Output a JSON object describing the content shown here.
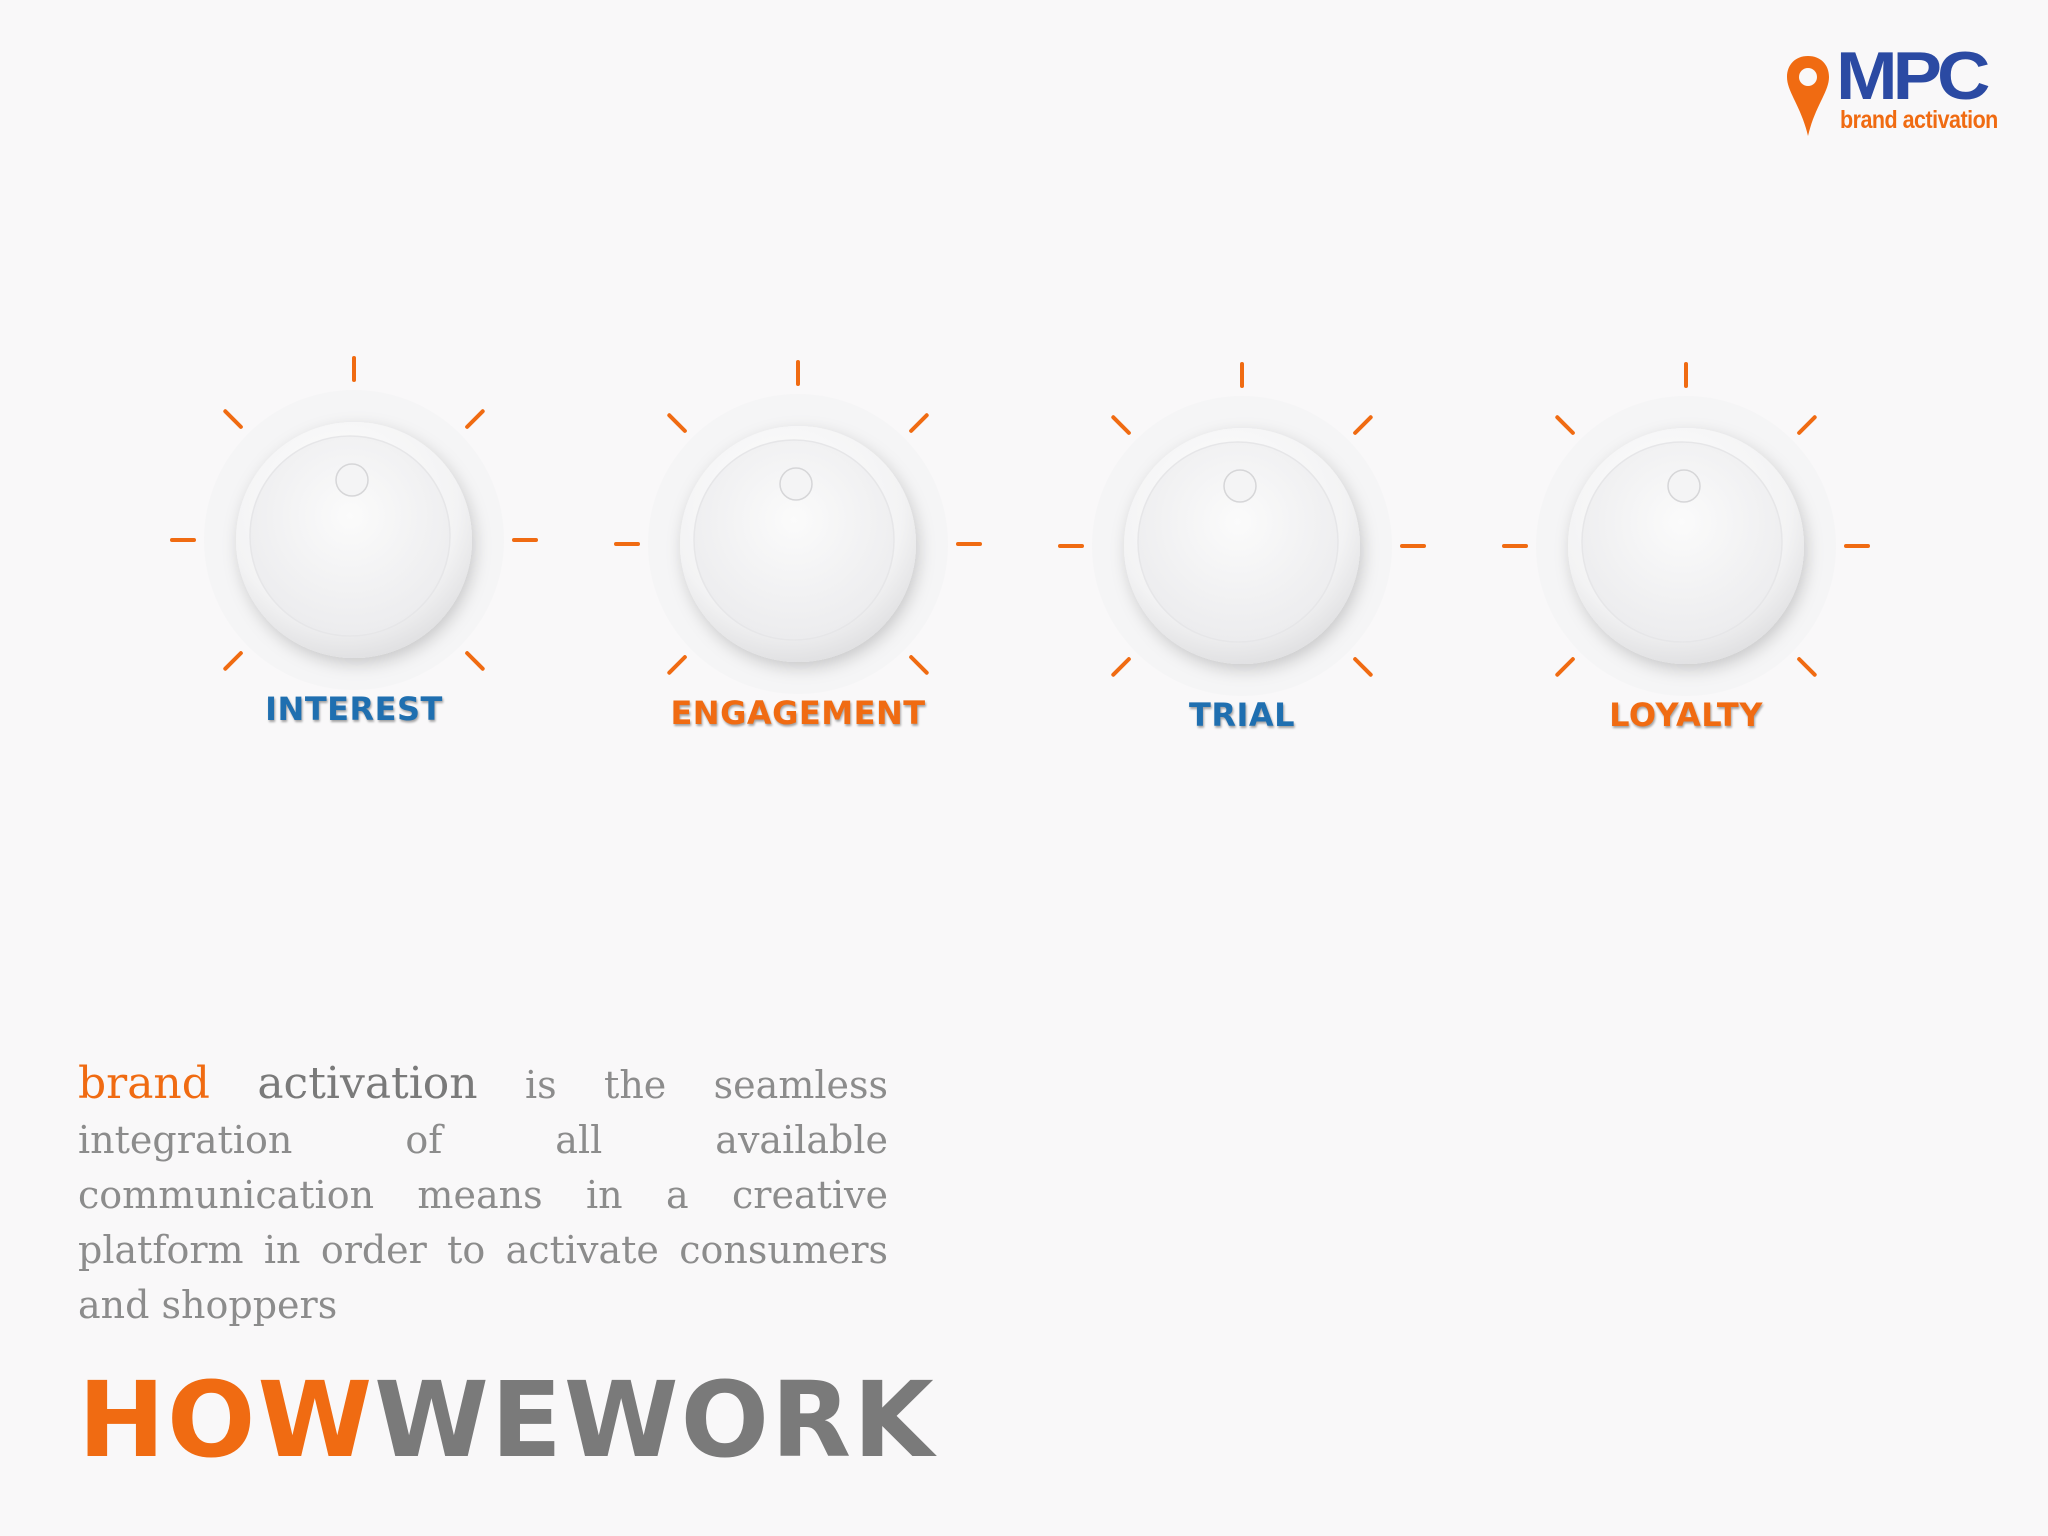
{
  "colors": {
    "orange": "#f06b12",
    "blue": "#1f6fb0",
    "gray_text": "#8c8c8c",
    "dark_gray": "#7a7a7a",
    "logo_blue": "#2b4aa3",
    "background": "#f9f8f9"
  },
  "logo": {
    "mark": "MPC",
    "subtitle": "brand activation",
    "icon": "map-pin-icon"
  },
  "dials": [
    {
      "label": "INTEREST",
      "color": "#1f6fb0"
    },
    {
      "label": "ENGAGEMENT",
      "color": "#f06b12"
    },
    {
      "label": "TRIAL",
      "color": "#1f6fb0"
    },
    {
      "label": "LOYALTY",
      "color": "#f06b12"
    }
  ],
  "tagline": {
    "word1": "brand",
    "word2": "activation",
    "rest": "is the seamless integration of all available communication means in a creative platform in order to activate consumers and shoppers"
  },
  "heading": {
    "part1": "HOW",
    "part2": "WEWORK"
  }
}
